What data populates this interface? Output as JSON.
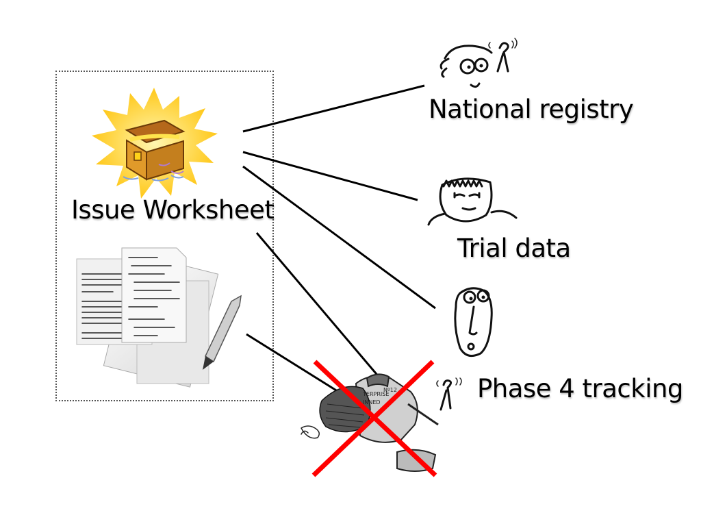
{
  "worksheet": {
    "label": "Issue Worksheet"
  },
  "targets": [
    {
      "label": "National registry"
    },
    {
      "label": "Trial data"
    },
    {
      "label": "Phase 4 tracking"
    }
  ],
  "grinder": {
    "crossed_out": true,
    "cross_color": "#ff0000"
  },
  "colors": {
    "line": "#000000",
    "treasure_burst": "#ffd21a",
    "chest": "#d08a1e"
  }
}
